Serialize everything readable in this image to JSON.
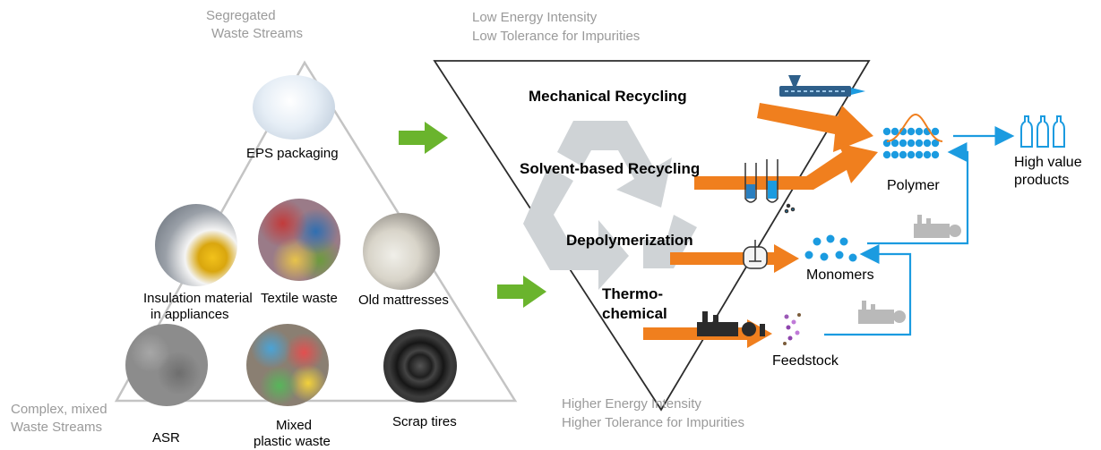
{
  "left_panel": {
    "top_label_line1": "Segregated",
    "top_label_line2": "Waste Streams",
    "bottom_label_line1": "Complex, mixed",
    "bottom_label_line2": "Waste Streams",
    "items": [
      {
        "label": "EPS packaging"
      },
      {
        "label_line1": "Insulation material",
        "label_line2": "in appliances"
      },
      {
        "label": "Textile waste"
      },
      {
        "label": "Old mattresses"
      },
      {
        "label": "ASR"
      },
      {
        "label_line1": "Mixed",
        "label_line2": "plastic waste"
      },
      {
        "label": "Scrap tires"
      }
    ]
  },
  "middle_panel": {
    "top_label_line1": "Low Energy Intensity",
    "top_label_line2": "Low Tolerance for Impurities",
    "bottom_label_line1": "Higher Energy Intensity",
    "bottom_label_line2": "Higher Tolerance for Impurities",
    "processes": [
      {
        "label": "Mechanical Recycling"
      },
      {
        "label": "Solvent-based Recycling"
      },
      {
        "label": "Depolymerization"
      },
      {
        "label_line1": "Thermo-",
        "label_line2": "chemical"
      }
    ]
  },
  "outputs": {
    "polymer": "Polymer",
    "monomers": "Monomers",
    "feedstock": "Feedstock",
    "final_line1": "High value",
    "final_line2": "products"
  },
  "colors": {
    "orange_arrow": "#f07f1e",
    "green_arrow": "#6ab42d",
    "blue": "#1b9be0",
    "triangle_line": "#bdbdbd",
    "recycle_gray": "#cfd3d6"
  }
}
